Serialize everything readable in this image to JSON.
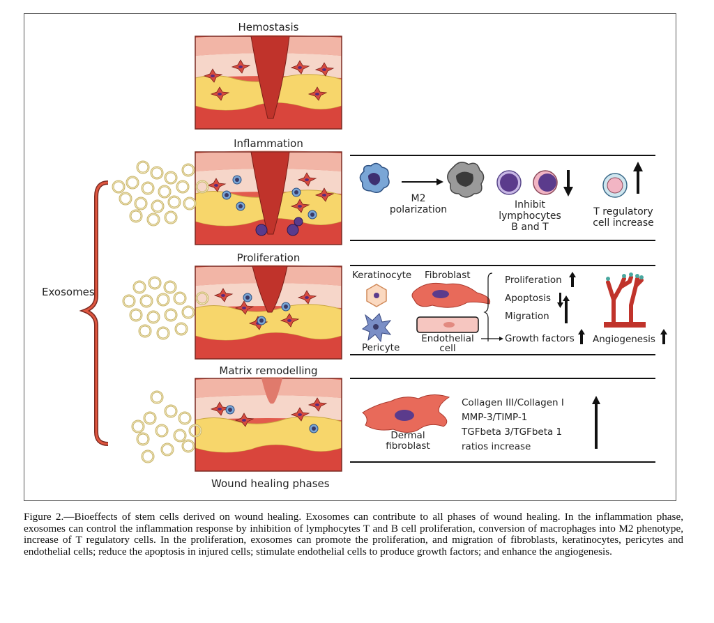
{
  "phases": [
    {
      "title": "Hemostasis"
    },
    {
      "title": "Inflammation"
    },
    {
      "title": "Proliferation"
    },
    {
      "title": "Matrix remodelling"
    }
  ],
  "exosomes_label": "Exosomes",
  "bottom_label": "Wound healing phases",
  "inflammation_panel": {
    "m2": "M2\npolarization",
    "inhibit": "Inhibit\nlymphocytes\nB and T",
    "treg": "T regulatory\ncell increase"
  },
  "proliferation_panel": {
    "keratinocyte": "Keratinocyte",
    "fibroblast": "Fibroblast",
    "pericyte": "Pericyte",
    "endothelial": "Endothelial\ncell",
    "effects": [
      "Proliferation",
      "Apoptosis",
      "Migration",
      "Growth factors"
    ],
    "angiogenesis": "Angiogenesis"
  },
  "remodelling_panel": {
    "dermal_fibroblast": "Dermal\nfibroblast",
    "ratios": [
      "Collagen III/Collagen I",
      "MMP-3/TIMP-1",
      "TGFbeta 3/TGFbeta 1",
      "ratios increase"
    ]
  },
  "caption": "Figure 2.—Bioeffects of stem cells derived on wound healing. Exosomes can contribute to all phases of wound healing. In the inflammation phase, exosomes can control the inflammation response by inhibition of lymphocytes T and B cell proliferation, conversion of macrophages into M2 phenotype, increase of T regulatory cells. In the proliferation, exosomes can promote the proliferation, and migration of fibroblasts, keratinocytes, pericytes and endothelial cells; reduce the apoptosis in injured cells; stimulate endothelial cells to produce growth factors; and enhance the angiogenesis."
}
